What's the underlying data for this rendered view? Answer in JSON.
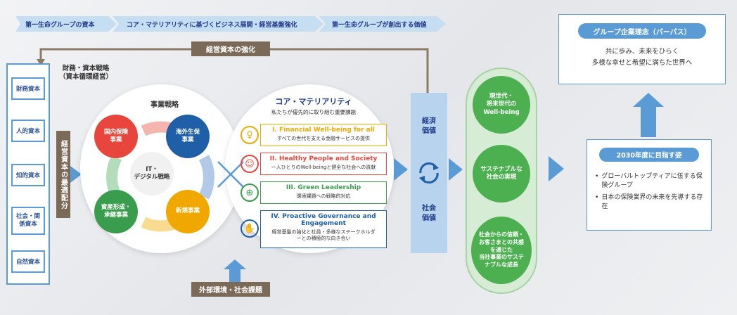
{
  "header": {
    "steps": [
      "第一生命グループの資本",
      "コア・マテリアリティに基づくビジネス展開・経営基盤強化",
      "第一生命グループが創出する価値"
    ]
  },
  "feedback_label": "経営資本の強化",
  "capitals": [
    "財務資本",
    "人的資本",
    "知的資本",
    "社会・関係資本",
    "自然資本"
  ],
  "financial_strategy": [
    "財務・資本戦略",
    "（資本循環経営）"
  ],
  "optimal_allocation": "経営資本の最適配分",
  "business_strategy": {
    "title": "事業戦略",
    "center": [
      "IT・",
      "デジタル戦略"
    ],
    "items": [
      {
        "label": [
          "国内保険",
          "事業"
        ],
        "color": "#e8463c"
      },
      {
        "label": [
          "海外生保",
          "事業"
        ],
        "color": "#1f5fa8"
      },
      {
        "label": [
          "新規事業"
        ],
        "color": "#f0a800"
      },
      {
        "label": [
          "資産形成・",
          "承継事業"
        ],
        "color": "#3a9d4e"
      }
    ]
  },
  "core_materiality": {
    "title": "コア・マテリアリティ",
    "subtitle": "私たちが優先的に取り組む重要課題",
    "items": [
      {
        "title": "I. Financial Well-being for all",
        "desc": "すべての世代を支える金融サービスの提供",
        "color": "#f0a800",
        "icon": "♀"
      },
      {
        "title": "II. Healthy People and Society",
        "desc": "一人ひとりのWell-beingと健全な社会への貢献",
        "color": "#e8463c",
        "icon": "☺"
      },
      {
        "title": "III. Green Leadership",
        "desc": "環境課題への戦略的対応",
        "color": "#3a9d4e",
        "icon": "⊕"
      },
      {
        "title": "IV. Proactive Governance and Engagement",
        "desc": "経営基盤の強化と社員・多様なステークホルダーとの積極的な向き合い",
        "color": "#1f5fa8",
        "icon": "✋"
      }
    ]
  },
  "value_labels": {
    "economic": "経済価値",
    "social": "社会価値"
  },
  "outcomes": [
    [
      "現世代・",
      "将来世代の",
      "Well-being"
    ],
    [
      "サステナブルな",
      "社会の実現"
    ],
    [
      "社会からの信頼・",
      "お客さまとの共感",
      "を通じた",
      "当社事業のサステ",
      "ナブルな成長"
    ]
  ],
  "purpose": {
    "title": "グループ企業理念（パーパス）",
    "lines": [
      "共に歩み、未来をひらく",
      "多様な幸せと希望に満ちた世界へ"
    ]
  },
  "vision_2030": {
    "title": "2030年度に目指す姿",
    "bullets": [
      "グローバルトップティアに伍する保険グループ",
      "日本の保険業界の未来を先導する存在"
    ]
  },
  "external_label": "外部環境・社会課題",
  "colors": {
    "blue": "#5b9bd5",
    "brown": "#7b6a58",
    "green": "#4caf50",
    "navy": "#1e3a8a"
  }
}
